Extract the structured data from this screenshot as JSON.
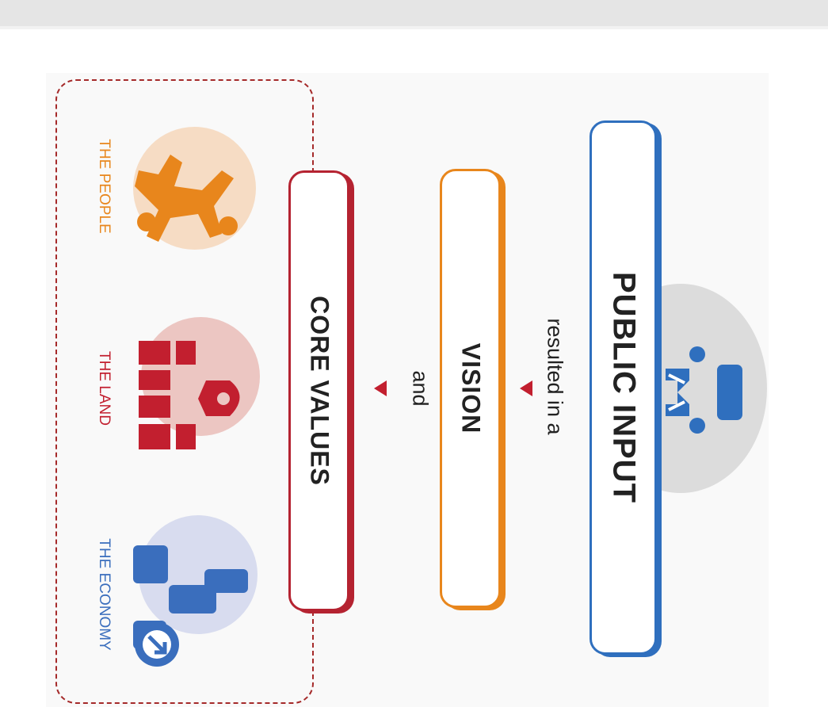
{
  "public_input": {
    "label": "PUBLIC INPUT",
    "color": "#2f6fbe"
  },
  "connector1": "resulted in a",
  "vision": {
    "label": "VISION",
    "color": "#e8861c"
  },
  "connector2": "and",
  "core_values": {
    "label": "CORE VALUES",
    "color": "#b52331"
  },
  "categories": [
    {
      "label": "THE PEOPLE",
      "color": "#e8861c",
      "icon": "people-icon"
    },
    {
      "label": "THE LAND",
      "color": "#c21f2f",
      "icon": "land-icon"
    },
    {
      "label": "THE ECONOMY",
      "color": "#3a6ebd",
      "icon": "economy-icon"
    }
  ],
  "arrow_color": "#c21f2f"
}
